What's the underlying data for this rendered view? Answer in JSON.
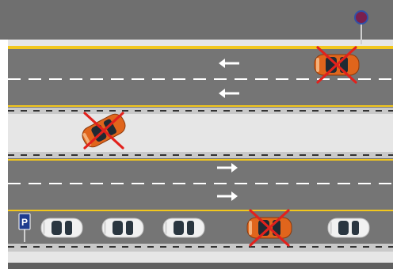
{
  "scene": {
    "colors": {
      "background": "#ffffff",
      "road": "#757575",
      "road_top": "#6f6f6f",
      "road_dark": "#5f5f5f",
      "median": "#e6e6e6",
      "curb": "#c9c9c9",
      "lane_white": "#ffffff",
      "edge_yellow": "#f2c71d",
      "curb_dash_dark": "#333333",
      "car_orange": "#e0651c",
      "car_white": "#f1f1f1",
      "cross_red": "#e2211c",
      "sign_blue": "#1f3c8f",
      "sign_circle_fill": "#7a1f4d",
      "sign_circle_ring": "#3050a8"
    },
    "lanes": {
      "upper_direction": "left",
      "lower_direction": "right"
    },
    "sign_parking": {
      "letter": "P"
    },
    "cars": [
      {
        "id": "car-upper-lane-right",
        "color": "orange",
        "crossed": true
      },
      {
        "id": "car-median",
        "color": "orange",
        "crossed": true
      },
      {
        "id": "car-parked-1",
        "color": "white",
        "crossed": false
      },
      {
        "id": "car-parked-2",
        "color": "white",
        "crossed": false
      },
      {
        "id": "car-parked-3",
        "color": "white",
        "crossed": false
      },
      {
        "id": "car-parked-4",
        "color": "orange",
        "crossed": true
      },
      {
        "id": "car-parked-5",
        "color": "white",
        "crossed": false
      }
    ]
  }
}
